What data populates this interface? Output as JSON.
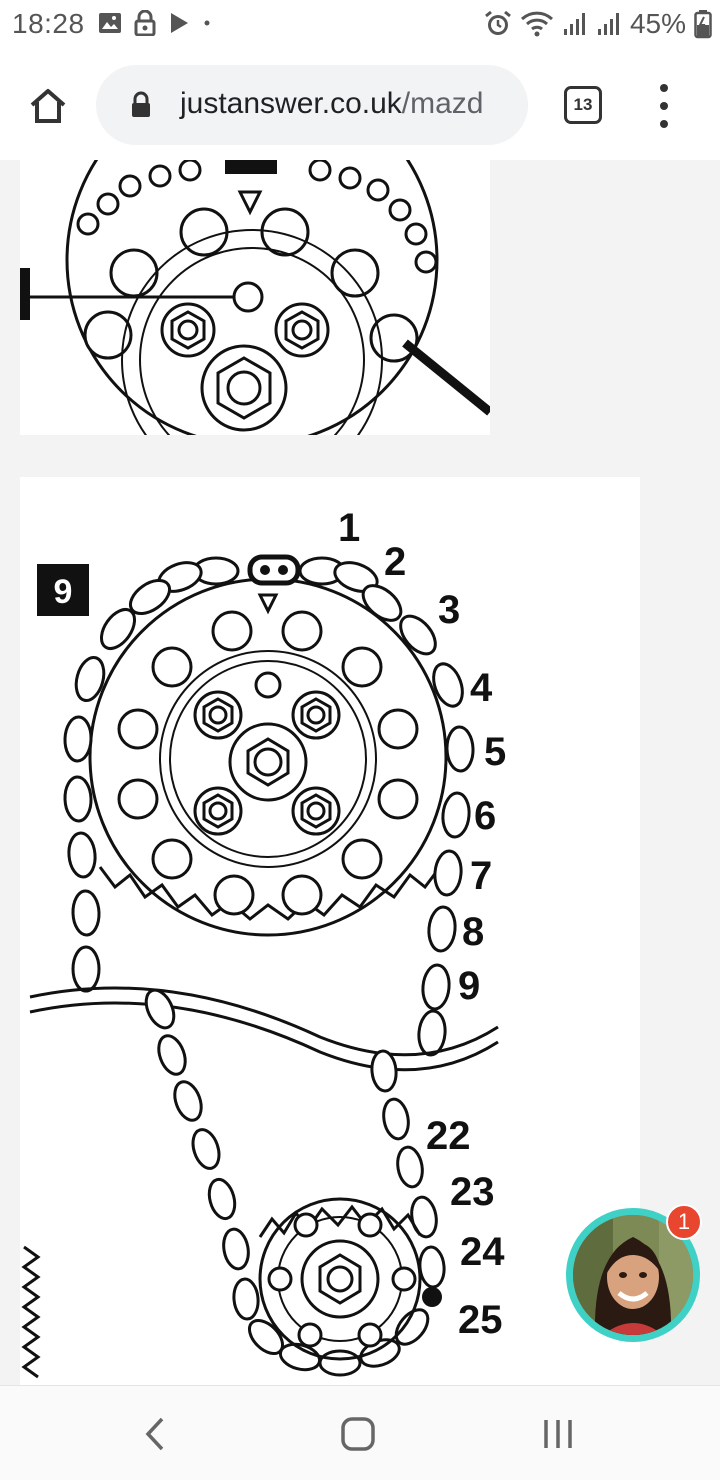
{
  "status_bar": {
    "time": "18:28",
    "battery": "45%"
  },
  "browser": {
    "url_main": "justanswer.co.uk",
    "url_rest": "/mazd",
    "tab_count": "13"
  },
  "diagram2": {
    "figure_number": "9",
    "chain_labels_top": [
      "1",
      "2",
      "3",
      "4",
      "5",
      "6",
      "7",
      "8",
      "9"
    ],
    "chain_labels_bottom": [
      "22",
      "23",
      "24",
      "25"
    ]
  },
  "chat": {
    "badge_count": "1"
  },
  "colors": {
    "accent_teal": "#3fd1c6",
    "badge_red": "#e8462f"
  }
}
